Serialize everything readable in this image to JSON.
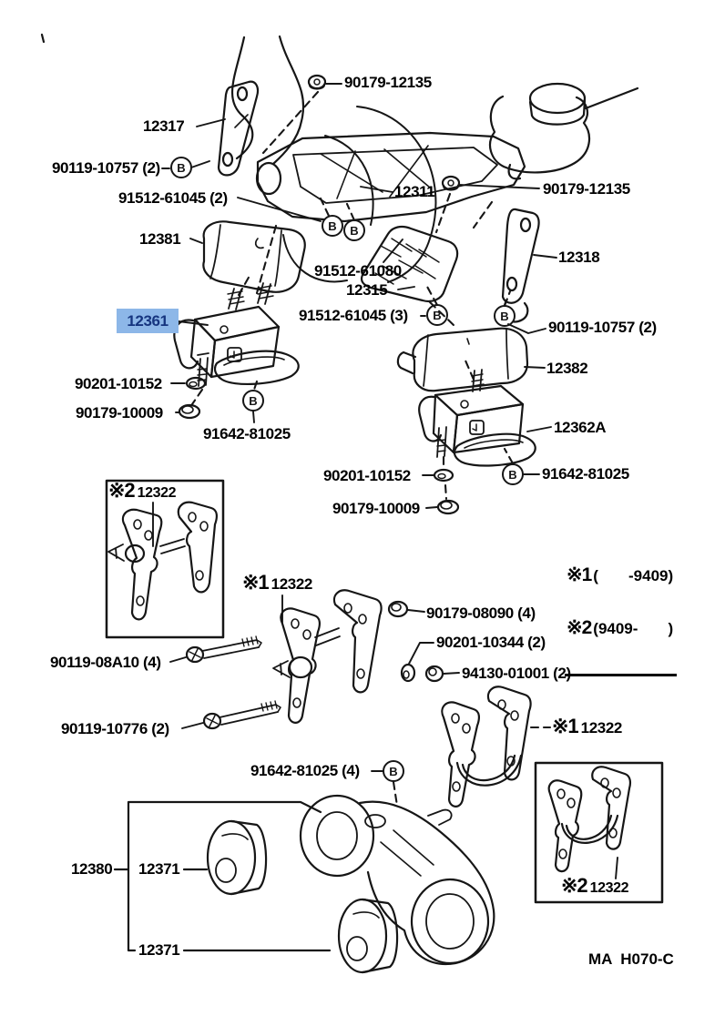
{
  "diagram_code": "MA  H070-C",
  "highlight": {
    "background": "#8DB7E8",
    "text_color": "#16357F"
  },
  "legend": {
    "note1": {
      "symbol": "※1",
      "range": "(       -9409)"
    },
    "note2": {
      "symbol": "※2",
      "range": "(9409-       )"
    }
  },
  "labels": {
    "nut_90179_12135_top": "90179-12135",
    "part_12317": "12317",
    "bolt_90119_10757_left": "90119-10757 (2)",
    "bolt_91512_61045_2": "91512-61045 (2)",
    "part_12311": "12311",
    "nut_90179_12135_right": "90179-12135",
    "part_12381": "12381",
    "bolt_91512_61080": "91512-61080",
    "part_12315": "12315",
    "part_12318": "12318",
    "bolt_91512_61045_3": "91512-61045 (3)",
    "bolt_90119_10757_right": "90119-10757 (2)",
    "part_12361": "12361",
    "part_12382": "12382",
    "washer_90201_10152_left": "90201-10152",
    "nut_90179_10009_left": "90179-10009",
    "bolt_91642_81025_left": "91642-81025",
    "part_12362A": "12362A",
    "washer_90201_10152_right": "90201-10152",
    "bolt_91642_81025_right": "91642-81025",
    "nut_90179_10009_right": "90179-10009",
    "box_top_symbol": "※2",
    "box_top_part": "12322",
    "mid_symbol": "※1",
    "mid_part": "12322",
    "nut_90179_08090": "90179-08090 (4)",
    "washer_90201_10344": "90201-10344 (2)",
    "nut_94130_01001": "94130-01001 (2)",
    "bolt_90119_08A10": "90119-08A10 (4)",
    "bolt_90119_10776": "90119-10776 (2)",
    "right_symbol": "※1",
    "right_part": "12322",
    "bolt_91642_81025_4": "91642-81025 (4)",
    "part_12380": "12380",
    "part_12371_upper": "12371",
    "part_12371_lower": "12371",
    "box_bottom_symbol": "※2",
    "box_bottom_part": "12322",
    "symbol_b": "B"
  }
}
